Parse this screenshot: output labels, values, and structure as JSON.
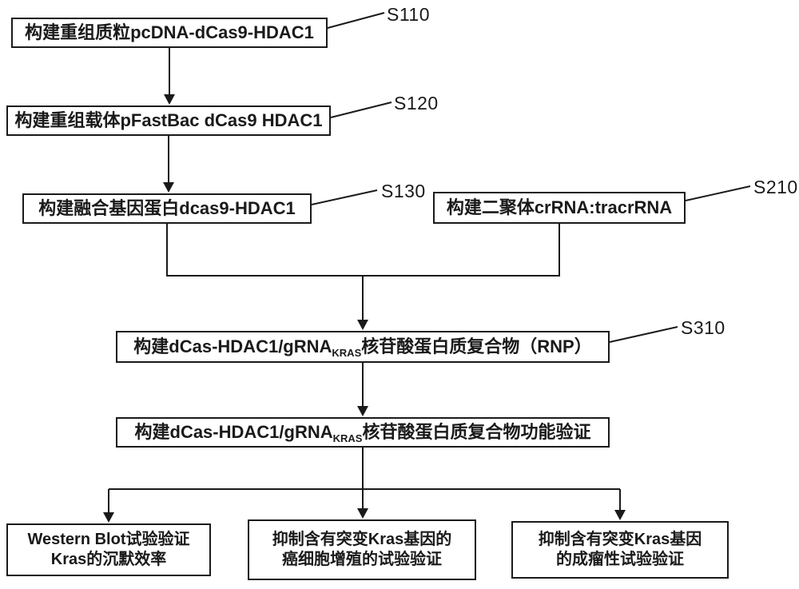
{
  "diagram": {
    "colors": {
      "line": "#1a1a1a",
      "box_border": "#1a1a1a",
      "text": "#1a1a1a",
      "background": "#ffffff"
    },
    "boxes": {
      "s110": {
        "text": "构建重组质粒pcDNA-dCas9-HDAC1",
        "step": "S110"
      },
      "s120": {
        "text": "构建重组载体pFastBac dCas9 HDAC1",
        "step": "S120"
      },
      "s130": {
        "text": "构建融合基因蛋白dcas9-HDAC1",
        "step": "S130"
      },
      "s210": {
        "text": "构建二聚体crRNA:tracrRNA",
        "step": "S210"
      },
      "s310": {
        "prefix": "构建dCas-HDAC1/gRNA",
        "sub": "KRAS",
        "suffix": "核苷酸蛋白质复合物（RNP）",
        "step": "S310"
      },
      "func": {
        "prefix": "构建dCas-HDAC1/gRNA",
        "sub": "KRAS",
        "suffix": "核苷酸蛋白质复合物功能验证"
      },
      "western": {
        "line1": "Western Blot试验验证",
        "line2": "Kras的沉默效率"
      },
      "cancer": {
        "line1": "抑制含有突变Kras基因的",
        "line2": "癌细胞增殖的试验验证"
      },
      "tumor": {
        "line1": "抑制含有突变Kras基因",
        "line2": "的成瘤性试验验证"
      }
    }
  }
}
